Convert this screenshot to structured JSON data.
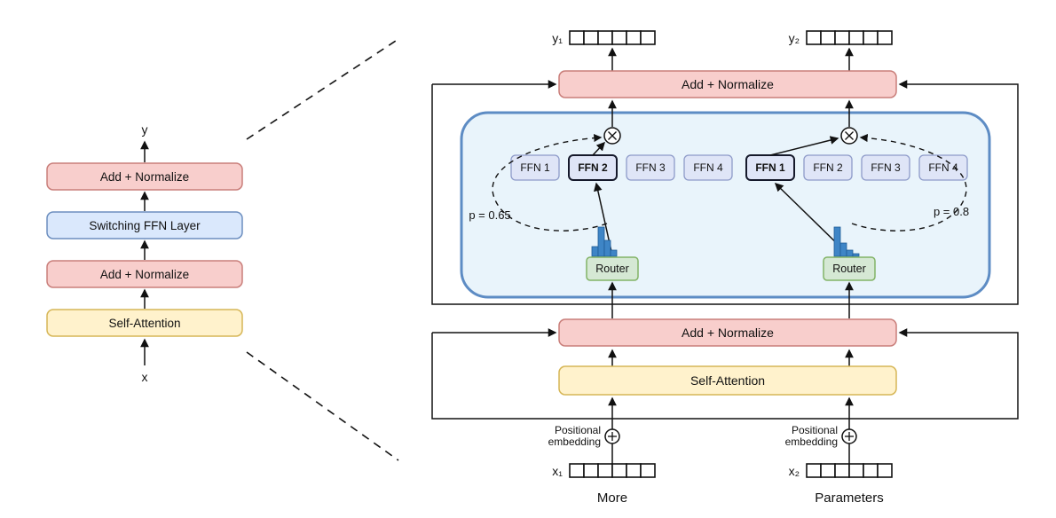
{
  "palette": {
    "add_normalize_fill": "#F8CECC",
    "add_normalize_stroke": "#C97E7A",
    "self_attention_fill": "#FFF2CC",
    "self_attention_stroke": "#D6B656",
    "switching_ffn_fill": "#DAE8FC",
    "switching_ffn_stroke": "#6C8EBF",
    "panel_fill": "#E9F4FB",
    "panel_stroke": "#5D8CC4",
    "ffn_fill": "#DFE5F7",
    "ffn_stroke": "#8E9BC9",
    "ffn_selected_stroke": "#15192B",
    "router_fill": "#D5E8D4",
    "router_stroke": "#82B366",
    "histogram_fill": "#3E85C6",
    "histogram_stroke": "#1F5C96",
    "line_color": "#111111"
  },
  "left_stack": {
    "output_label": "y",
    "input_label": "x",
    "boxes": [
      {
        "label": "Add + Normalize"
      },
      {
        "label": "Switching FFN Layer"
      },
      {
        "label": "Add + Normalize"
      },
      {
        "label": "Self-Attention"
      }
    ]
  },
  "detail": {
    "add_normalize_top": "Add + Normalize",
    "add_normalize_mid": "Add + Normalize",
    "self_attention": "Self-Attention",
    "router_left": "Router",
    "router_right": "Router",
    "experts_left": [
      "FFN 1",
      "FFN 2",
      "FFN 3",
      "FFN 4"
    ],
    "experts_right": [
      "FFN 1",
      "FFN 2",
      "FFN 3",
      "FFN 4"
    ],
    "gate_left": "p = 0.65",
    "gate_right": "p = 0.8",
    "positional": {
      "line1": "Positional",
      "line2": "embedding"
    },
    "outputs": {
      "y1": "y₁",
      "y2": "y₂"
    },
    "inputs": {
      "x1": "x₁",
      "x2": "x₂",
      "x1_caption": "More",
      "x2_caption": "Parameters"
    },
    "histogram_left": [
      11,
      33,
      18,
      7
    ],
    "histogram_right": [
      33,
      15,
      7,
      3
    ]
  }
}
